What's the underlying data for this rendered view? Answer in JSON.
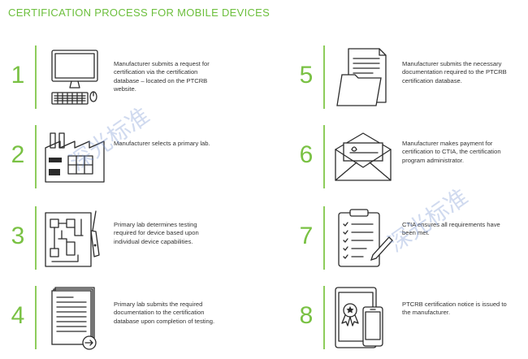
{
  "title": "CERTIFICATION PROCESS FOR MOBILE DEVICES",
  "steps": [
    {
      "number": "1",
      "text": "Manufacturer submits a request for certification via the certification database – located on the PTCRB website.",
      "icon": "computer-icon"
    },
    {
      "number": "2",
      "text": "Manufacturer selects a primary lab.",
      "icon": "factory-icon"
    },
    {
      "number": "3",
      "text": "Primary lab determines testing required for device based upon individual device capabilities.",
      "icon": "circuit-screwdriver-icon"
    },
    {
      "number": "4",
      "text": "Primary lab submits the required documentation to the certification database upon completion of testing.",
      "icon": "documents-icon"
    },
    {
      "number": "5",
      "text": "Manufacturer submits the necessary documentation required to the PTCRB certification database.",
      "icon": "folder-document-icon"
    },
    {
      "number": "6",
      "text": "Manufacturer makes payment for certification to CTIA, the certification program administrator.",
      "icon": "envelope-check-icon"
    },
    {
      "number": "7",
      "text": "CTIA ensures all requirements have been met.",
      "icon": "clipboard-checklist-icon"
    },
    {
      "number": "8",
      "text": "PTCRB certification notice is issued to the manufacturer.",
      "icon": "tablet-phone-certified-icon"
    }
  ],
  "colors": {
    "accent": "#79c143",
    "title": "#6cbf3c",
    "text": "#333333"
  },
  "watermark": "深光标准"
}
